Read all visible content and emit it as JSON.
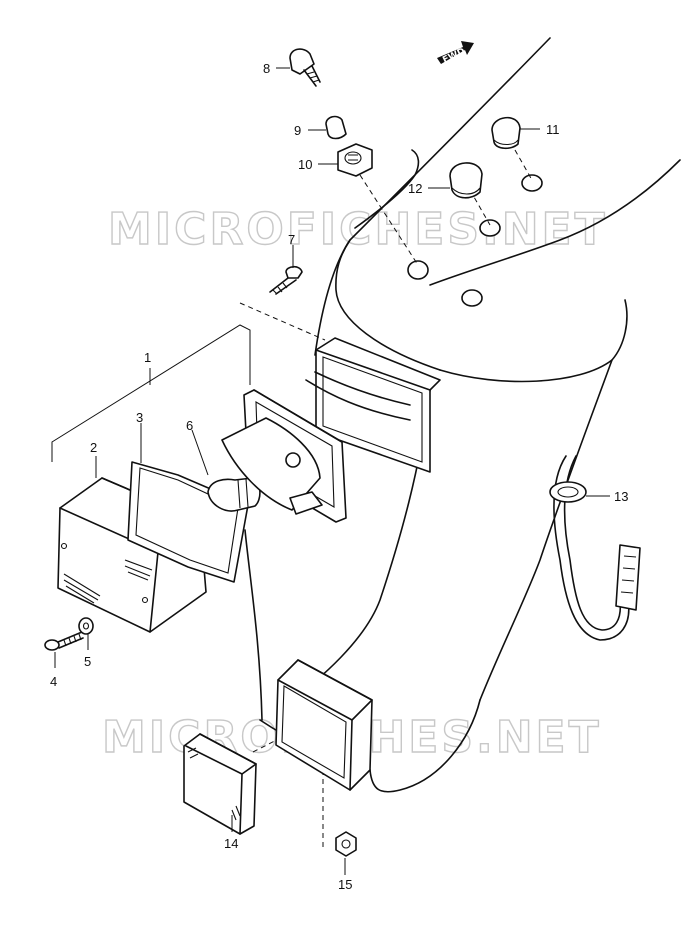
{
  "callouts": [
    "1",
    "2",
    "3",
    "4",
    "5",
    "6",
    "7",
    "8",
    "9",
    "10",
    "11",
    "12",
    "13",
    "14",
    "15"
  ],
  "direction_marker": "FWD",
  "watermark": "MICROFICHES.NET"
}
